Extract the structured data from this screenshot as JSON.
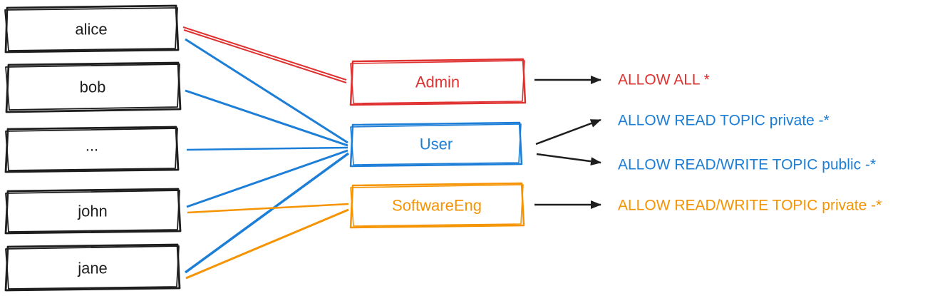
{
  "canvas": {
    "background": "#ffffff"
  },
  "colors": {
    "ink": "#1e1e1e",
    "red": "#e03131",
    "blue": "#1c7ed6",
    "orange": "#f59300"
  },
  "users": [
    {
      "label": "alice"
    },
    {
      "label": "bob"
    },
    {
      "label": "..."
    },
    {
      "label": "john"
    },
    {
      "label": "jane"
    }
  ],
  "roles": [
    {
      "label": "Admin",
      "color": "#e03131"
    },
    {
      "label": "User",
      "color": "#1c7ed6"
    },
    {
      "label": "SoftwareEng",
      "color": "#f59300"
    }
  ],
  "acls": [
    {
      "label": "ALLOW ALL *",
      "color": "#e03131"
    },
    {
      "label": "ALLOW READ TOPIC private -*",
      "color": "#1c7ed6"
    },
    {
      "label": "ALLOW READ/WRITE TOPIC public -*",
      "color": "#1c7ed6"
    },
    {
      "label": "ALLOW READ/WRITE TOPIC private -*",
      "color": "#f59300"
    }
  ],
  "memberships": [
    {
      "user": "alice",
      "role": "Admin"
    },
    {
      "user": "alice",
      "role": "User"
    },
    {
      "user": "bob",
      "role": "User"
    },
    {
      "user": "...",
      "role": "User"
    },
    {
      "user": "john",
      "role": "User"
    },
    {
      "user": "john",
      "role": "SoftwareEng"
    },
    {
      "user": "jane",
      "role": "User"
    },
    {
      "user": "jane",
      "role": "SoftwareEng"
    }
  ],
  "role_acls": [
    {
      "role": "Admin",
      "acl": "ALLOW ALL *"
    },
    {
      "role": "User",
      "acl": "ALLOW READ TOPIC private -*"
    },
    {
      "role": "User",
      "acl": "ALLOW READ/WRITE TOPIC public -*"
    },
    {
      "role": "SoftwareEng",
      "acl": "ALLOW READ/WRITE TOPIC private -*"
    }
  ]
}
